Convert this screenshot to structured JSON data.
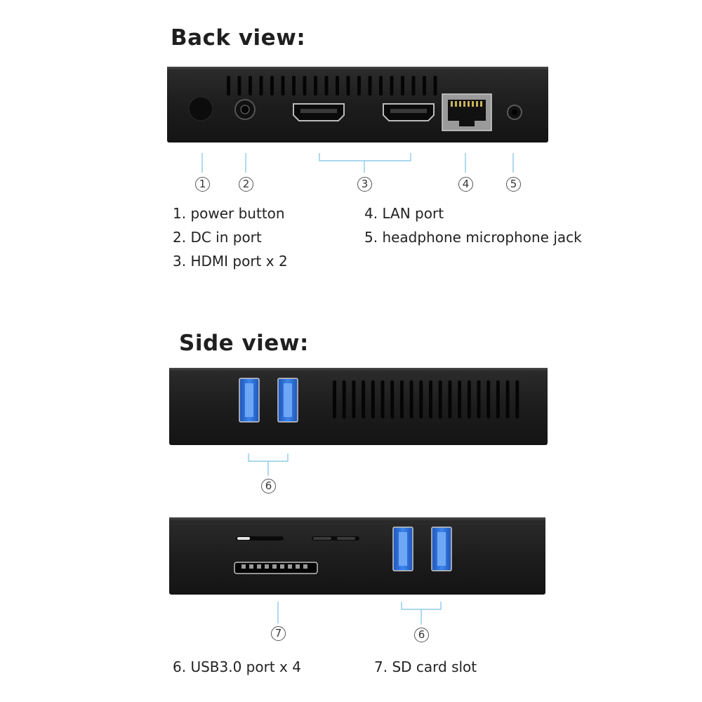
{
  "back_view": {
    "title": "Back view:",
    "callouts": [
      "1",
      "2",
      "3",
      "4",
      "5"
    ],
    "legend": [
      "1. power button",
      "2. DC in port",
      "3. HDMI port x 2",
      "4. LAN port",
      "5. headphone microphone jack"
    ]
  },
  "side_view": {
    "title": "Side view:",
    "callouts": [
      "6",
      "6",
      "7"
    ],
    "legend": [
      "6. USB3.0 port x 4",
      "7. SD card slot"
    ]
  },
  "colors": {
    "device_body": "#1c1c1c",
    "usb_blue": "#2f6fd6",
    "callout_line": "#8ecbe8",
    "text": "#222222"
  },
  "icons": [
    "power-button-icon",
    "dc-in-port-icon",
    "hdmi-port-icon",
    "lan-port-icon",
    "audio-jack-icon",
    "usb3-port-icon",
    "sd-card-slot-icon"
  ]
}
